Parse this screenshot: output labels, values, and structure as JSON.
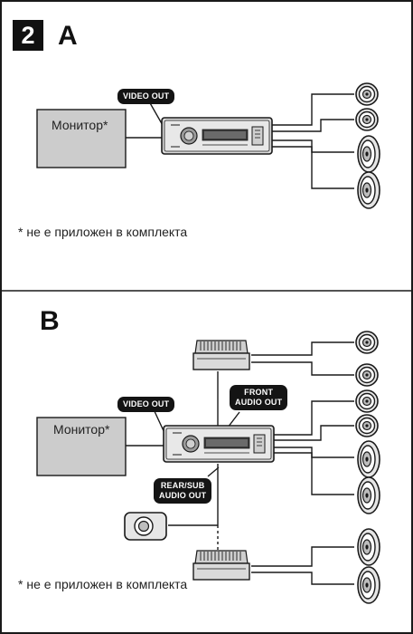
{
  "figure": {
    "number": "2",
    "section_a": {
      "letter": "A",
      "monitor_label": "Монитор*",
      "video_out_label": "VIDEO OUT",
      "footnote": "* не е приложен в комплекта"
    },
    "section_b": {
      "letter": "B",
      "monitor_label": "Монитор*",
      "video_out_label": "VIDEO OUT",
      "front_audio_label_1": "FRONT",
      "front_audio_label_2": "AUDIO OUT",
      "rear_audio_label_1": "REAR/SUB",
      "rear_audio_label_2": "AUDIO OUT",
      "footnote": "* не е приложен в комплекта"
    }
  },
  "colors": {
    "line": "#1a1a1a",
    "device_fill": "#d4d4d4",
    "monitor_fill": "#cccccc",
    "pill_fill": "#141414"
  }
}
